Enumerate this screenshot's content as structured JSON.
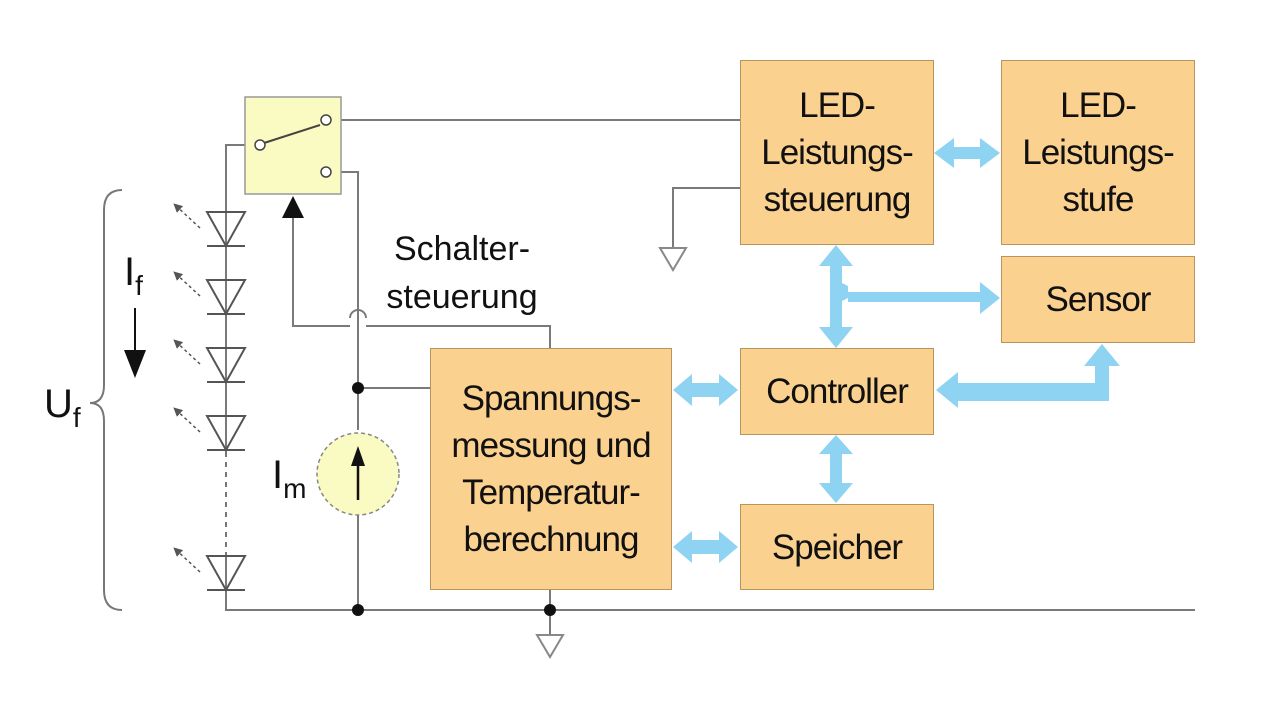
{
  "blocks": {
    "led_control": "LED-\nLeistungs-\nsteuerung",
    "led_power_stage": "LED-\nLeistungs-\nstufe",
    "sensor": "Sensor",
    "controller": "Controller",
    "voltage_temp": "Spannungs-\nmessung und\nTemperatur-\nberechnung",
    "memory": "Speicher"
  },
  "labels": {
    "switch_control": "Schalter-\nsteuerung",
    "forward_voltage_main": "U",
    "forward_voltage_sub": "f",
    "forward_current_main": "I",
    "forward_current_sub": "f",
    "measure_current_main": "I",
    "measure_current_sub": "m"
  },
  "colors": {
    "block_fill": "#fbd190",
    "switch_fill": "#fafac3",
    "bus_arrow": "#8fd3f3",
    "wire": "#7a7a7a"
  }
}
